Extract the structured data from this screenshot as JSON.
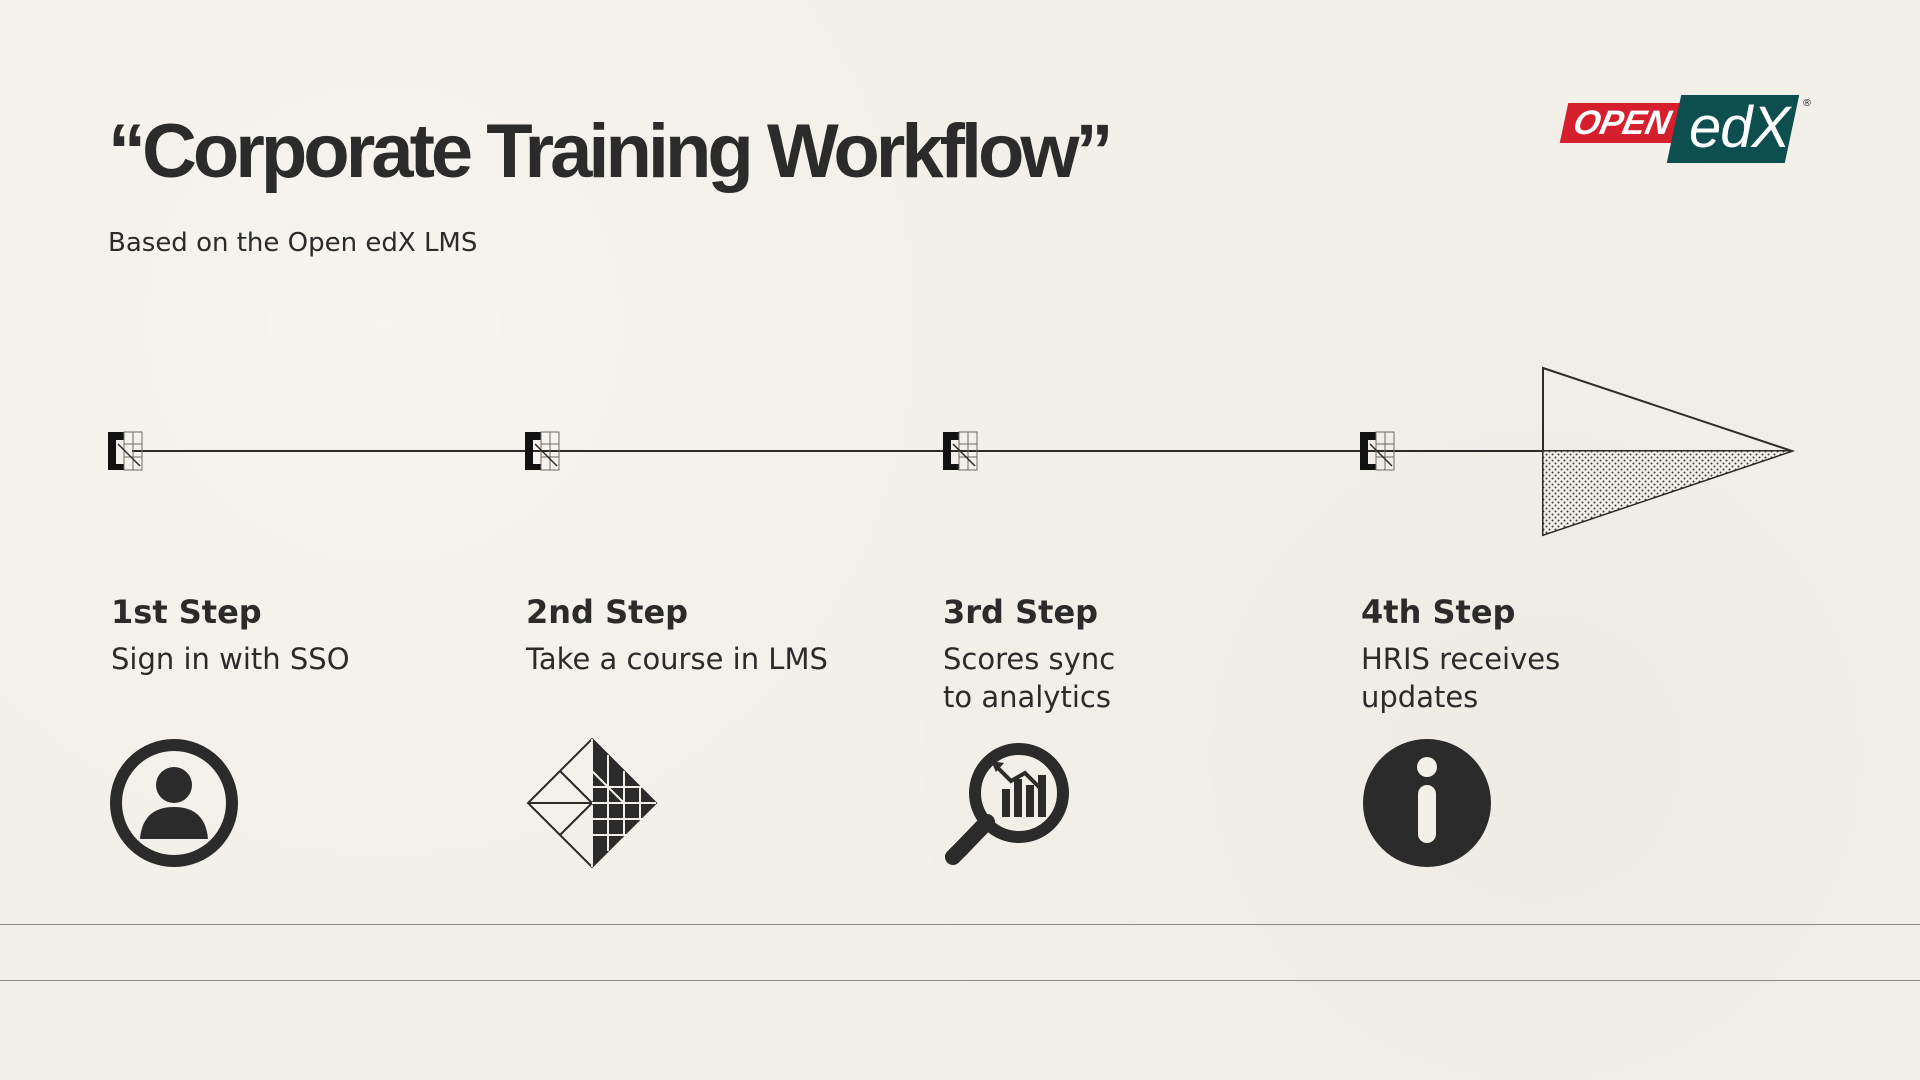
{
  "header": {
    "title": "“Corporate Training Workflow”",
    "subtitle": "Based on the Open edX LMS"
  },
  "logo": {
    "part1": "OPEN",
    "part2": "edX",
    "mark": "®",
    "colors": {
      "open_red": "#d51f2d",
      "edx_teal": "#0d4e4f"
    }
  },
  "steps": [
    {
      "title": "1st Step",
      "description": "Sign in with SSO",
      "icon": "user-icon"
    },
    {
      "title": "2nd Step",
      "description": "Take a course in LMS",
      "icon": "course-diamond-icon"
    },
    {
      "title": "3rd Step",
      "description": "Scores sync\nto analytics",
      "icon": "analytics-search-icon"
    },
    {
      "title": "4th Step",
      "description": "HRIS receives\nupdates",
      "icon": "info-icon"
    }
  ],
  "colors": {
    "background": "#f3efe9",
    "ink": "#2b2b2b",
    "rule": "#8b8781"
  }
}
